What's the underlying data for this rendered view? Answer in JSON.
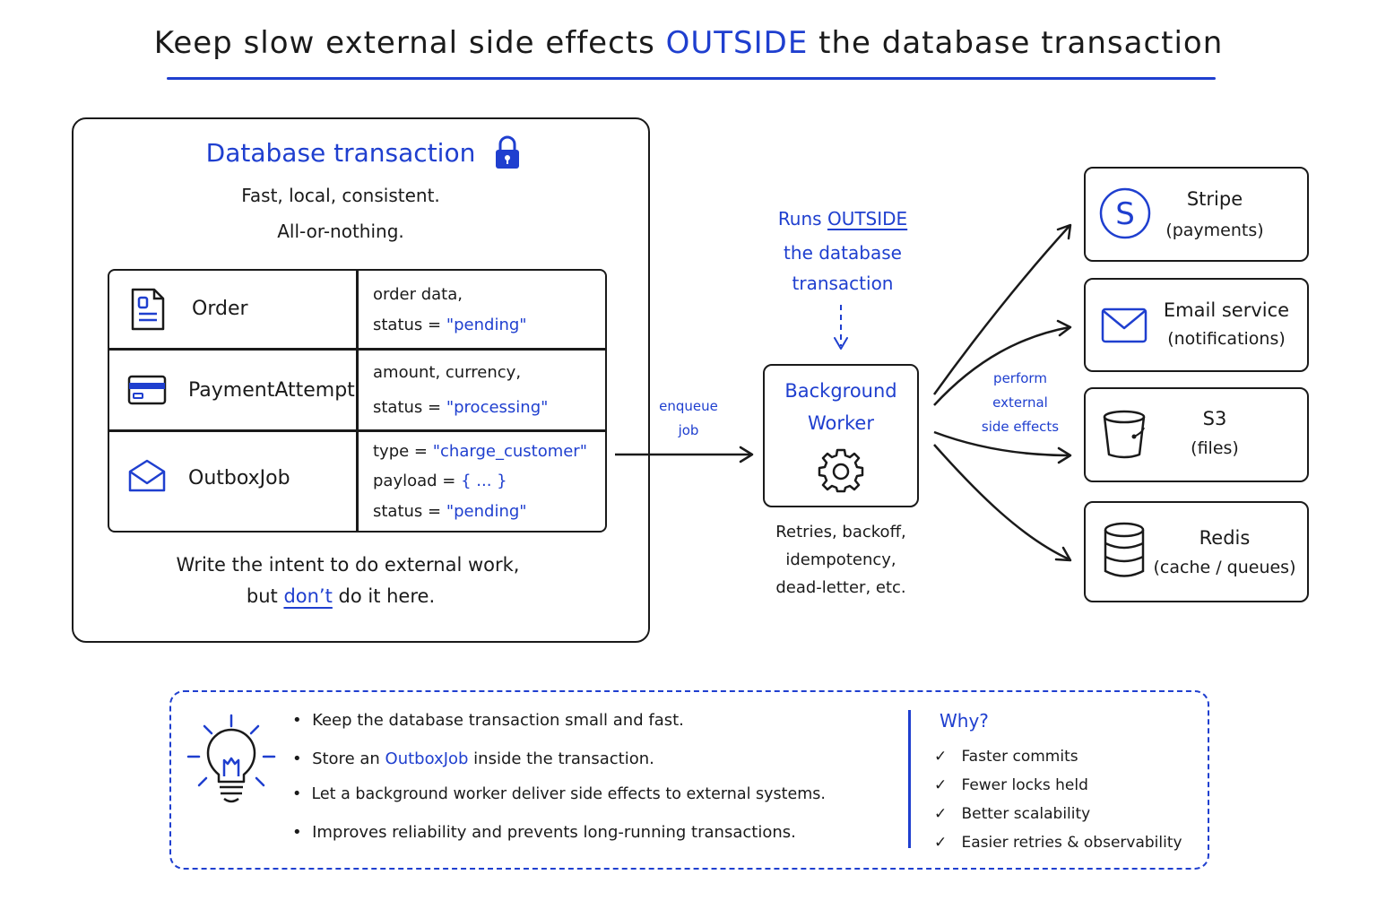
{
  "header": {
    "title_before": "Keep slow external side effects ",
    "title_highlight": "OUTSIDE",
    "title_after": " the database transaction"
  },
  "transaction": {
    "title": "Database transaction",
    "subtitle_line1": "Fast, local, consistent.",
    "subtitle_line2": "All-or-nothing.",
    "rows": [
      {
        "entity": "Order",
        "icon": "document-icon",
        "line1": "order data,",
        "line2_prefix": "status = ",
        "line2_value": "\"pending\""
      },
      {
        "entity": "PaymentAttempt",
        "icon": "credit-card-icon",
        "line1": "amount, currency,",
        "line2_prefix": "status = ",
        "line2_value": "\"processing\""
      },
      {
        "entity": "OutboxJob",
        "icon": "envelope-icon",
        "line1_prefix": "type = ",
        "line1_value": "\"charge_customer\"",
        "line2_prefix": "payload = ",
        "line2_value": "{ ... }",
        "line3_prefix": "status = ",
        "line3_value": "\"pending\""
      }
    ],
    "note_line1": "Write the intent to do external work,",
    "note_line2_before": "but ",
    "note_line2_emph": "don’t",
    "note_line2_after": " do it here."
  },
  "flow": {
    "enqueue_line1": "enqueue",
    "enqueue_line2": "job",
    "runs_line1_prefix": "Runs ",
    "runs_line1_emph": "OUTSIDE",
    "runs_line2": "the database",
    "runs_line3": "transaction",
    "perform_line1": "perform",
    "perform_line2": "external",
    "perform_line3": "side effects"
  },
  "worker": {
    "title_line1": "Background",
    "title_line2": "Worker",
    "caption_line1": "Retries, backoff,",
    "caption_line2": "idempotency,",
    "caption_line3": "dead-letter, etc."
  },
  "services": [
    {
      "name": "Stripe",
      "detail": "(payments)",
      "icon": "stripe-icon"
    },
    {
      "name": "Email service",
      "detail": "(notifications)",
      "icon": "mail-icon"
    },
    {
      "name": "S3",
      "detail": "(files)",
      "icon": "bucket-icon"
    },
    {
      "name": "Redis",
      "detail": "(cache / queues)",
      "icon": "database-icon"
    }
  ],
  "tips": {
    "bullet1": "Keep the database transaction small and fast.",
    "bullet2_before": "Store an ",
    "bullet2_emph": "OutboxJob",
    "bullet2_after": " inside the transaction.",
    "bullet3": "Let a background worker deliver side effects to external systems.",
    "bullet4": "Improves reliability and prevents long-running transactions.",
    "why_title": "Why?",
    "why_items": [
      "Faster commits",
      "Fewer locks held",
      "Better scalability",
      "Easier retries & observability"
    ]
  },
  "colors": {
    "accent": "#1f3fcf",
    "ink": "#1a1a1a"
  }
}
